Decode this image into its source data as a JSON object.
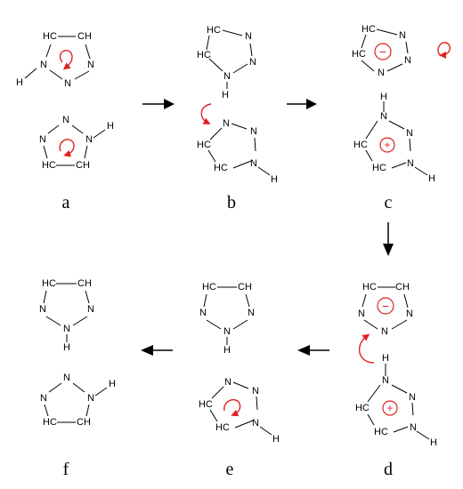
{
  "colors": {
    "bond": "#000000",
    "red": "#e02020",
    "arrow": "#000000"
  },
  "panels": [
    {
      "label": "a",
      "molecules": [
        {
          "atoms": [
            "HC",
            "CH",
            "N",
            "N",
            "N",
            "H"
          ],
          "annotation": "curved-arrow"
        },
        {
          "atoms": [
            "N",
            "N",
            "N",
            "H",
            "HC",
            "CH"
          ],
          "annotation": "curved-arrow"
        }
      ]
    },
    {
      "label": "b",
      "molecules": [
        {
          "atoms": [
            "HC",
            "N",
            "HC",
            "N",
            "N",
            "H"
          ],
          "annotation": "none"
        },
        {
          "atoms": [
            "N",
            "N",
            "HC",
            "N",
            "H",
            "HC"
          ],
          "annotation": "none"
        }
      ],
      "between_annotation": "curved-arrow"
    },
    {
      "label": "c",
      "molecules": [
        {
          "atoms": [
            "HC",
            "N",
            "HC",
            "N",
            "N"
          ],
          "annotation": "minus-charge"
        },
        {
          "atoms": [
            "H",
            "N",
            "N",
            "HC",
            "N",
            "HC",
            "H"
          ],
          "annotation": "plus-charge"
        }
      ],
      "side_annotation": "curved-arrow"
    },
    {
      "label": "d",
      "molecules": [
        {
          "atoms": [
            "HC",
            "CH",
            "N",
            "N",
            "N"
          ],
          "annotation": "minus-charge"
        },
        {
          "atoms": [
            "H",
            "N",
            "N",
            "HC",
            "N",
            "HC",
            "H"
          ],
          "annotation": "plus-charge"
        }
      ],
      "between_annotation": "curved-arrow"
    },
    {
      "label": "e",
      "molecules": [
        {
          "atoms": [
            "HC",
            "CH",
            "N",
            "N",
            "N",
            "H"
          ],
          "annotation": "none"
        },
        {
          "atoms": [
            "N",
            "N",
            "HC",
            "N",
            "H",
            "HC"
          ],
          "annotation": "curved-arrow"
        }
      ]
    },
    {
      "label": "f",
      "molecules": [
        {
          "atoms": [
            "HC",
            "CH",
            "N",
            "N",
            "N",
            "H"
          ],
          "annotation": "none"
        },
        {
          "atoms": [
            "N",
            "N",
            "N",
            "H",
            "HC",
            "CH"
          ],
          "annotation": "none"
        }
      ]
    }
  ],
  "charges": {
    "minus": "−",
    "plus": "+"
  },
  "arrows": [
    "a-to-b",
    "b-to-c",
    "c-to-d",
    "d-to-e",
    "e-to-f"
  ]
}
